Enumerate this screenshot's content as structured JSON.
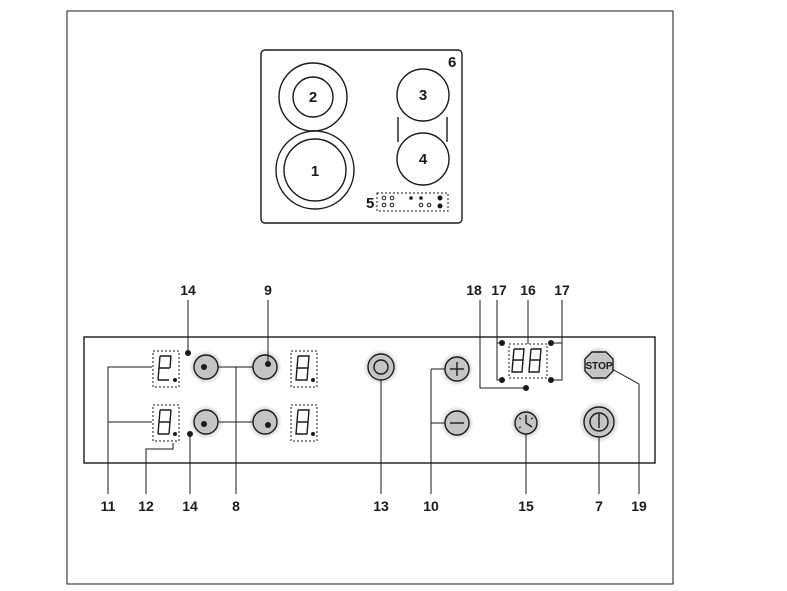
{
  "hob": {
    "zone_1": "1",
    "zone_2": "2",
    "zone_3": "3",
    "zone_4": "4",
    "indicator_label": "5",
    "hob_label": "6"
  },
  "panel": {
    "stop_label": "STOP"
  },
  "callouts": {
    "c7": "7",
    "c8": "8",
    "c9": "9",
    "c10": "10",
    "c11": "11",
    "c12": "12",
    "c13": "13",
    "c14_top": "14",
    "c14_bottom": "14",
    "c15": "15",
    "c16": "16",
    "c17_left": "17",
    "c17_right": "17",
    "c18": "18",
    "c19": "19"
  }
}
